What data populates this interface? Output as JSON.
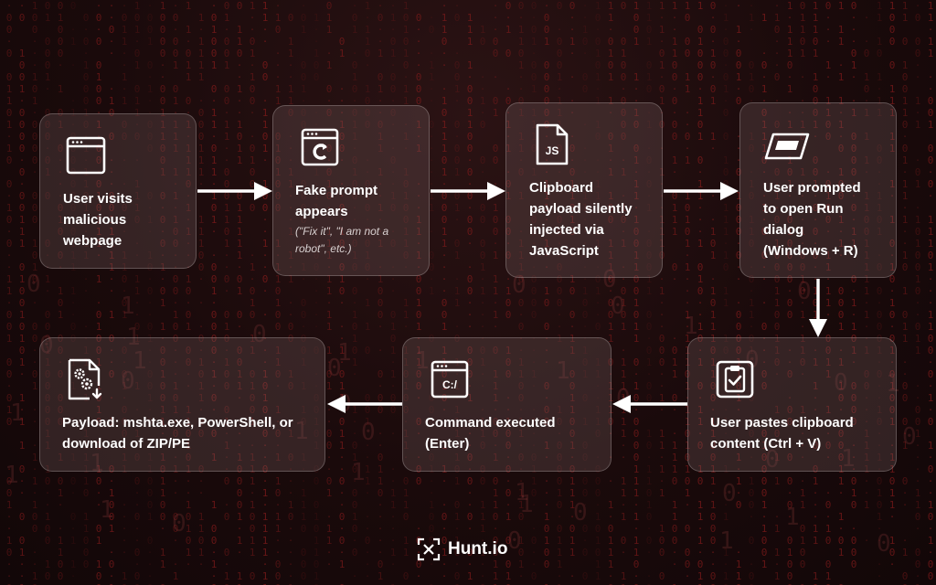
{
  "nodes": [
    {
      "label": "User visits\nmalicious\nwebpage",
      "icon": "browser-window-icon"
    },
    {
      "label": "Fake prompt\nappears",
      "sub": "(\"Fix it\", \"I am not a\nrobot\", etc.)",
      "icon": "browser-refresh-icon"
    },
    {
      "label": "Clipboard\npayload silently\ninjected via\nJavaScript",
      "icon": "js-file-icon"
    },
    {
      "label": "User prompted\nto open Run\ndialog\n(Windows + R)",
      "icon": "run-dialog-icon"
    },
    {
      "label": "User pastes clipboard\ncontent (Ctrl + V)",
      "icon": "clipboard-check-icon"
    },
    {
      "label": "Command executed\n(Enter)",
      "icon": "command-prompt-icon"
    },
    {
      "label": "Payload: mshta.exe, PowerShell, or\ndownload of ZIP/PE",
      "icon": "file-gears-download-icon"
    }
  ],
  "icon_text": {
    "js": "JS",
    "cmd": "C:/"
  },
  "brand": {
    "name": "Hunt.io"
  },
  "colors": {
    "background": "#1a0a0b",
    "node_fill": "#5a4848",
    "accent_red": "#8a1c1c",
    "text": "#ffffff"
  }
}
